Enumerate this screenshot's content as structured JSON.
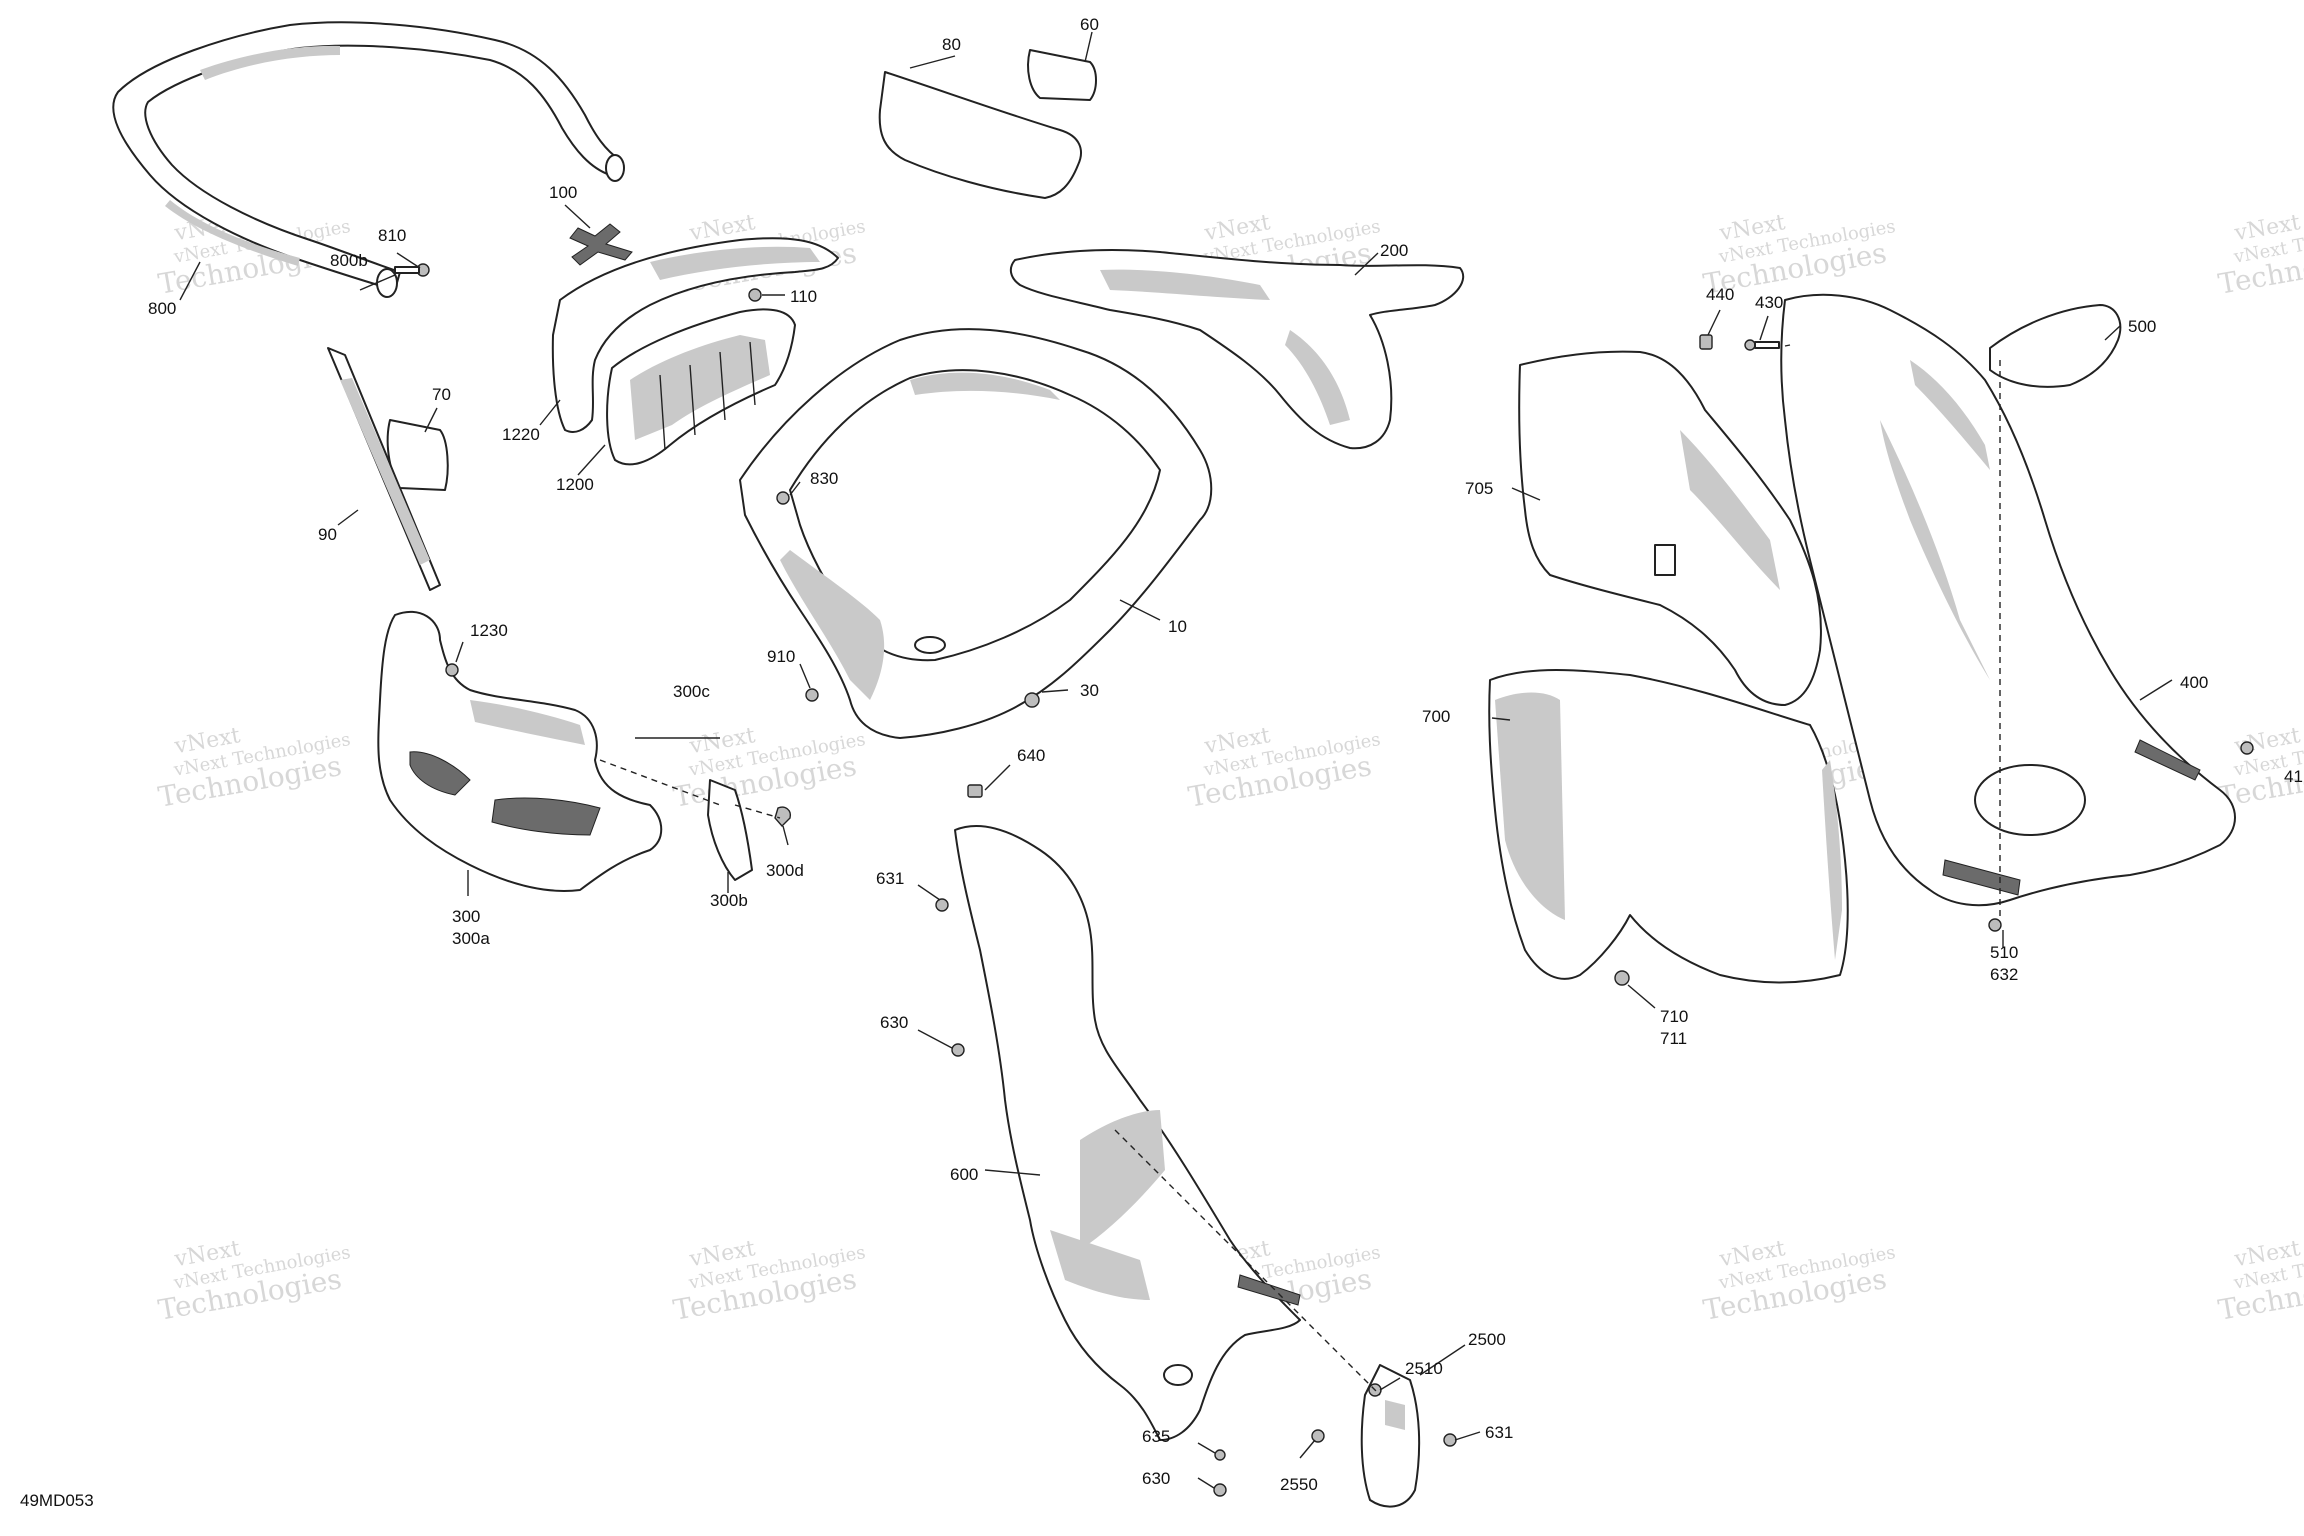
{
  "diagram_code": "49MD053",
  "watermark_lines": [
    "vNext Technologies",
    "Technologies",
    "vNext"
  ],
  "labels": [
    {
      "id": "l80",
      "text": "80"
    },
    {
      "id": "l60",
      "text": "60"
    },
    {
      "id": "l100",
      "text": "100"
    },
    {
      "id": "l810",
      "text": "810"
    },
    {
      "id": "l800b",
      "text": "800b"
    },
    {
      "id": "l800",
      "text": "800"
    },
    {
      "id": "l110",
      "text": "110"
    },
    {
      "id": "l200",
      "text": "200"
    },
    {
      "id": "l1220",
      "text": "1220"
    },
    {
      "id": "l1200",
      "text": "1200"
    },
    {
      "id": "l70",
      "text": "70"
    },
    {
      "id": "l90",
      "text": "90"
    },
    {
      "id": "l830",
      "text": "830"
    },
    {
      "id": "l10",
      "text": "10"
    },
    {
      "id": "l910",
      "text": "910"
    },
    {
      "id": "l30",
      "text": "30"
    },
    {
      "id": "l1230",
      "text": "1230"
    },
    {
      "id": "l300c",
      "text": "300c"
    },
    {
      "id": "l300d",
      "text": "300d"
    },
    {
      "id": "l300b",
      "text": "300b"
    },
    {
      "id": "l300",
      "text": "300"
    },
    {
      "id": "l300a",
      "text": "300a"
    },
    {
      "id": "l640",
      "text": "640"
    },
    {
      "id": "l631a",
      "text": "631"
    },
    {
      "id": "l630a",
      "text": "630"
    },
    {
      "id": "l600",
      "text": "600"
    },
    {
      "id": "l2510",
      "text": "2510"
    },
    {
      "id": "l2500",
      "text": "2500"
    },
    {
      "id": "l631b",
      "text": "631"
    },
    {
      "id": "l635",
      "text": "635"
    },
    {
      "id": "l630b",
      "text": "630"
    },
    {
      "id": "l2550",
      "text": "2550"
    },
    {
      "id": "l440",
      "text": "440"
    },
    {
      "id": "l430",
      "text": "430"
    },
    {
      "id": "l500",
      "text": "500"
    },
    {
      "id": "l705",
      "text": "705"
    },
    {
      "id": "l700",
      "text": "700"
    },
    {
      "id": "l400",
      "text": "400"
    },
    {
      "id": "l41",
      "text": "41"
    },
    {
      "id": "l510",
      "text": "510"
    },
    {
      "id": "l632",
      "text": "632"
    },
    {
      "id": "l710",
      "text": "710"
    },
    {
      "id": "l711",
      "text": "711"
    }
  ]
}
